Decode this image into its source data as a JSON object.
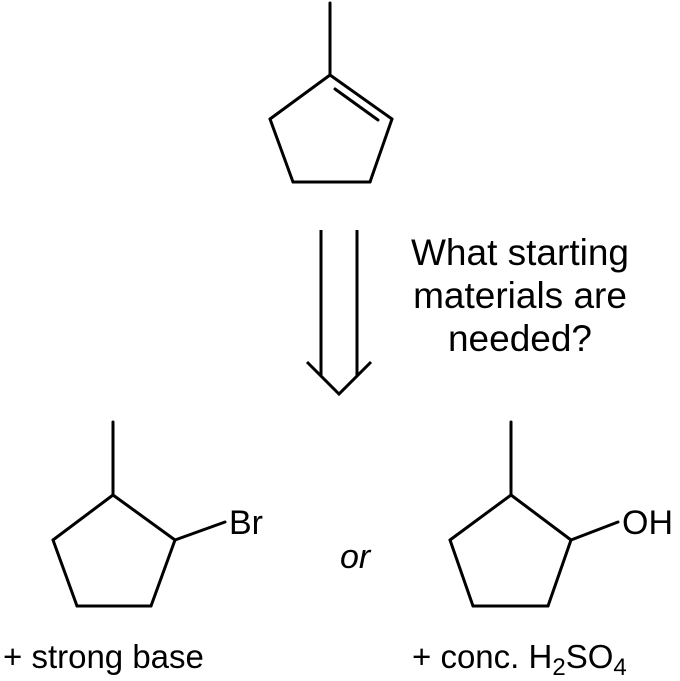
{
  "question": {
    "line1": "What starting",
    "line2": "materials are",
    "line3": "needed?"
  },
  "left_option": {
    "substituent": "Br",
    "reagent_text": "+ strong base"
  },
  "connector": "or",
  "right_option": {
    "substituent": "OH",
    "reagent_prefix": "+ conc. H",
    "reagent_sub1": "2",
    "reagent_mid": "SO",
    "reagent_sub2": "4"
  },
  "colors": {
    "ink": "#000000",
    "background": "#ffffff"
  },
  "icons": {
    "product": "1-methylcyclopentene-structure",
    "arrow": "retrosynthetic-arrow",
    "left_reactant": "1-bromo-2-methylcyclopentane-structure",
    "right_reactant": "2-methylcyclopentanol-structure"
  }
}
